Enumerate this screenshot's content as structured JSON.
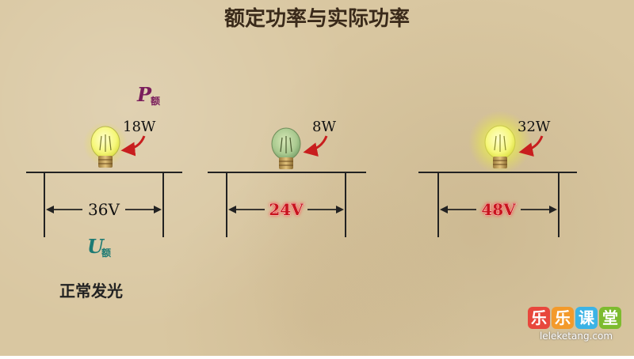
{
  "title": "额定功率与实际功率",
  "p_rated": {
    "symbol": "P",
    "subscript": "额"
  },
  "u_rated": {
    "symbol": "U",
    "subscript": "额"
  },
  "caption": "正常发光",
  "circuits": [
    {
      "power": "18W",
      "voltage": "36V",
      "voltage_highlight": false
    },
    {
      "power": "8W",
      "voltage": "24V",
      "voltage_highlight": true
    },
    {
      "power": "32W",
      "voltage": "48V",
      "voltage_highlight": true
    }
  ],
  "logo": {
    "chars": [
      "乐",
      "乐",
      "课",
      "堂"
    ],
    "url": "leleketang.com",
    "colors": [
      "#e8473c",
      "#f39a2b",
      "#3bb3e6",
      "#7dbb2f"
    ]
  },
  "colors": {
    "title": "#3a2a1a",
    "p_color": "#7a1e5c",
    "u_color": "#1d7a73",
    "arrow": "#c81e1e",
    "voltage_red": "#c8141e",
    "line": "#222222"
  }
}
